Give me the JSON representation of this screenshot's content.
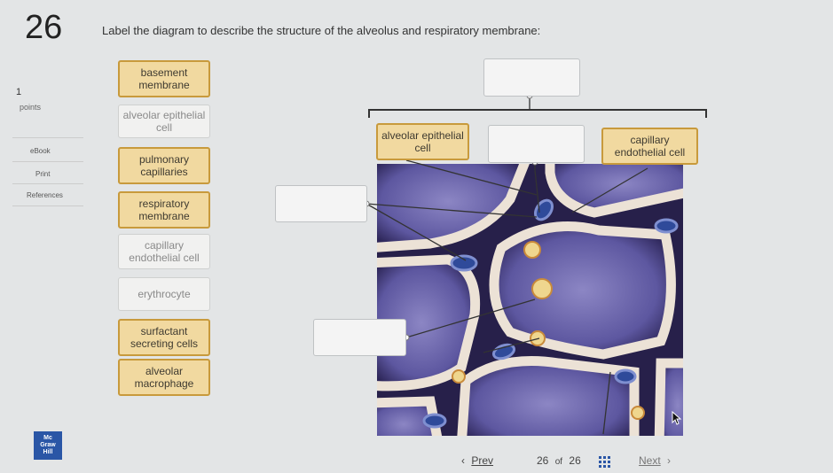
{
  "question": {
    "number": "26",
    "instruction": "Label the diagram to describe the structure of the alveolus and respiratory membrane:"
  },
  "sidebar": {
    "points_value": "1",
    "points_label": "points",
    "links": [
      "eBook",
      "Print",
      "References"
    ]
  },
  "labels": [
    {
      "text": "basement membrane",
      "state": "available"
    },
    {
      "text": "alveolar epithelial cell",
      "state": "used"
    },
    {
      "text": "pulmonary capillaries",
      "state": "available"
    },
    {
      "text": "respiratory membrane",
      "state": "available"
    },
    {
      "text": "capillary endothelial cell",
      "state": "used"
    },
    {
      "text": "erythrocyte",
      "state": "used"
    },
    {
      "text": "surfactant secreting cells",
      "state": "available"
    },
    {
      "text": "alveolar macrophage",
      "state": "available"
    }
  ],
  "targets": {
    "top": "",
    "bracket_left": "alveolar epithelial cell",
    "bracket_middle": "",
    "bracket_right": "capillary endothelial cell",
    "left_upper": "",
    "left_lower": ""
  },
  "footer": {
    "logo_lines": [
      "Mc",
      "Graw",
      "Hill"
    ],
    "prev_label": "Prev",
    "page_current": "26",
    "page_of": "of",
    "page_total": "26",
    "next_label": "Next"
  },
  "colors": {
    "chip_available_bg": "#f1d9a0",
    "chip_available_border": "#c89a3c",
    "capillary_wall": "#ece2d6",
    "alveolus_fill": "#5d57a0",
    "erythrocyte": "#2f4a9a"
  }
}
